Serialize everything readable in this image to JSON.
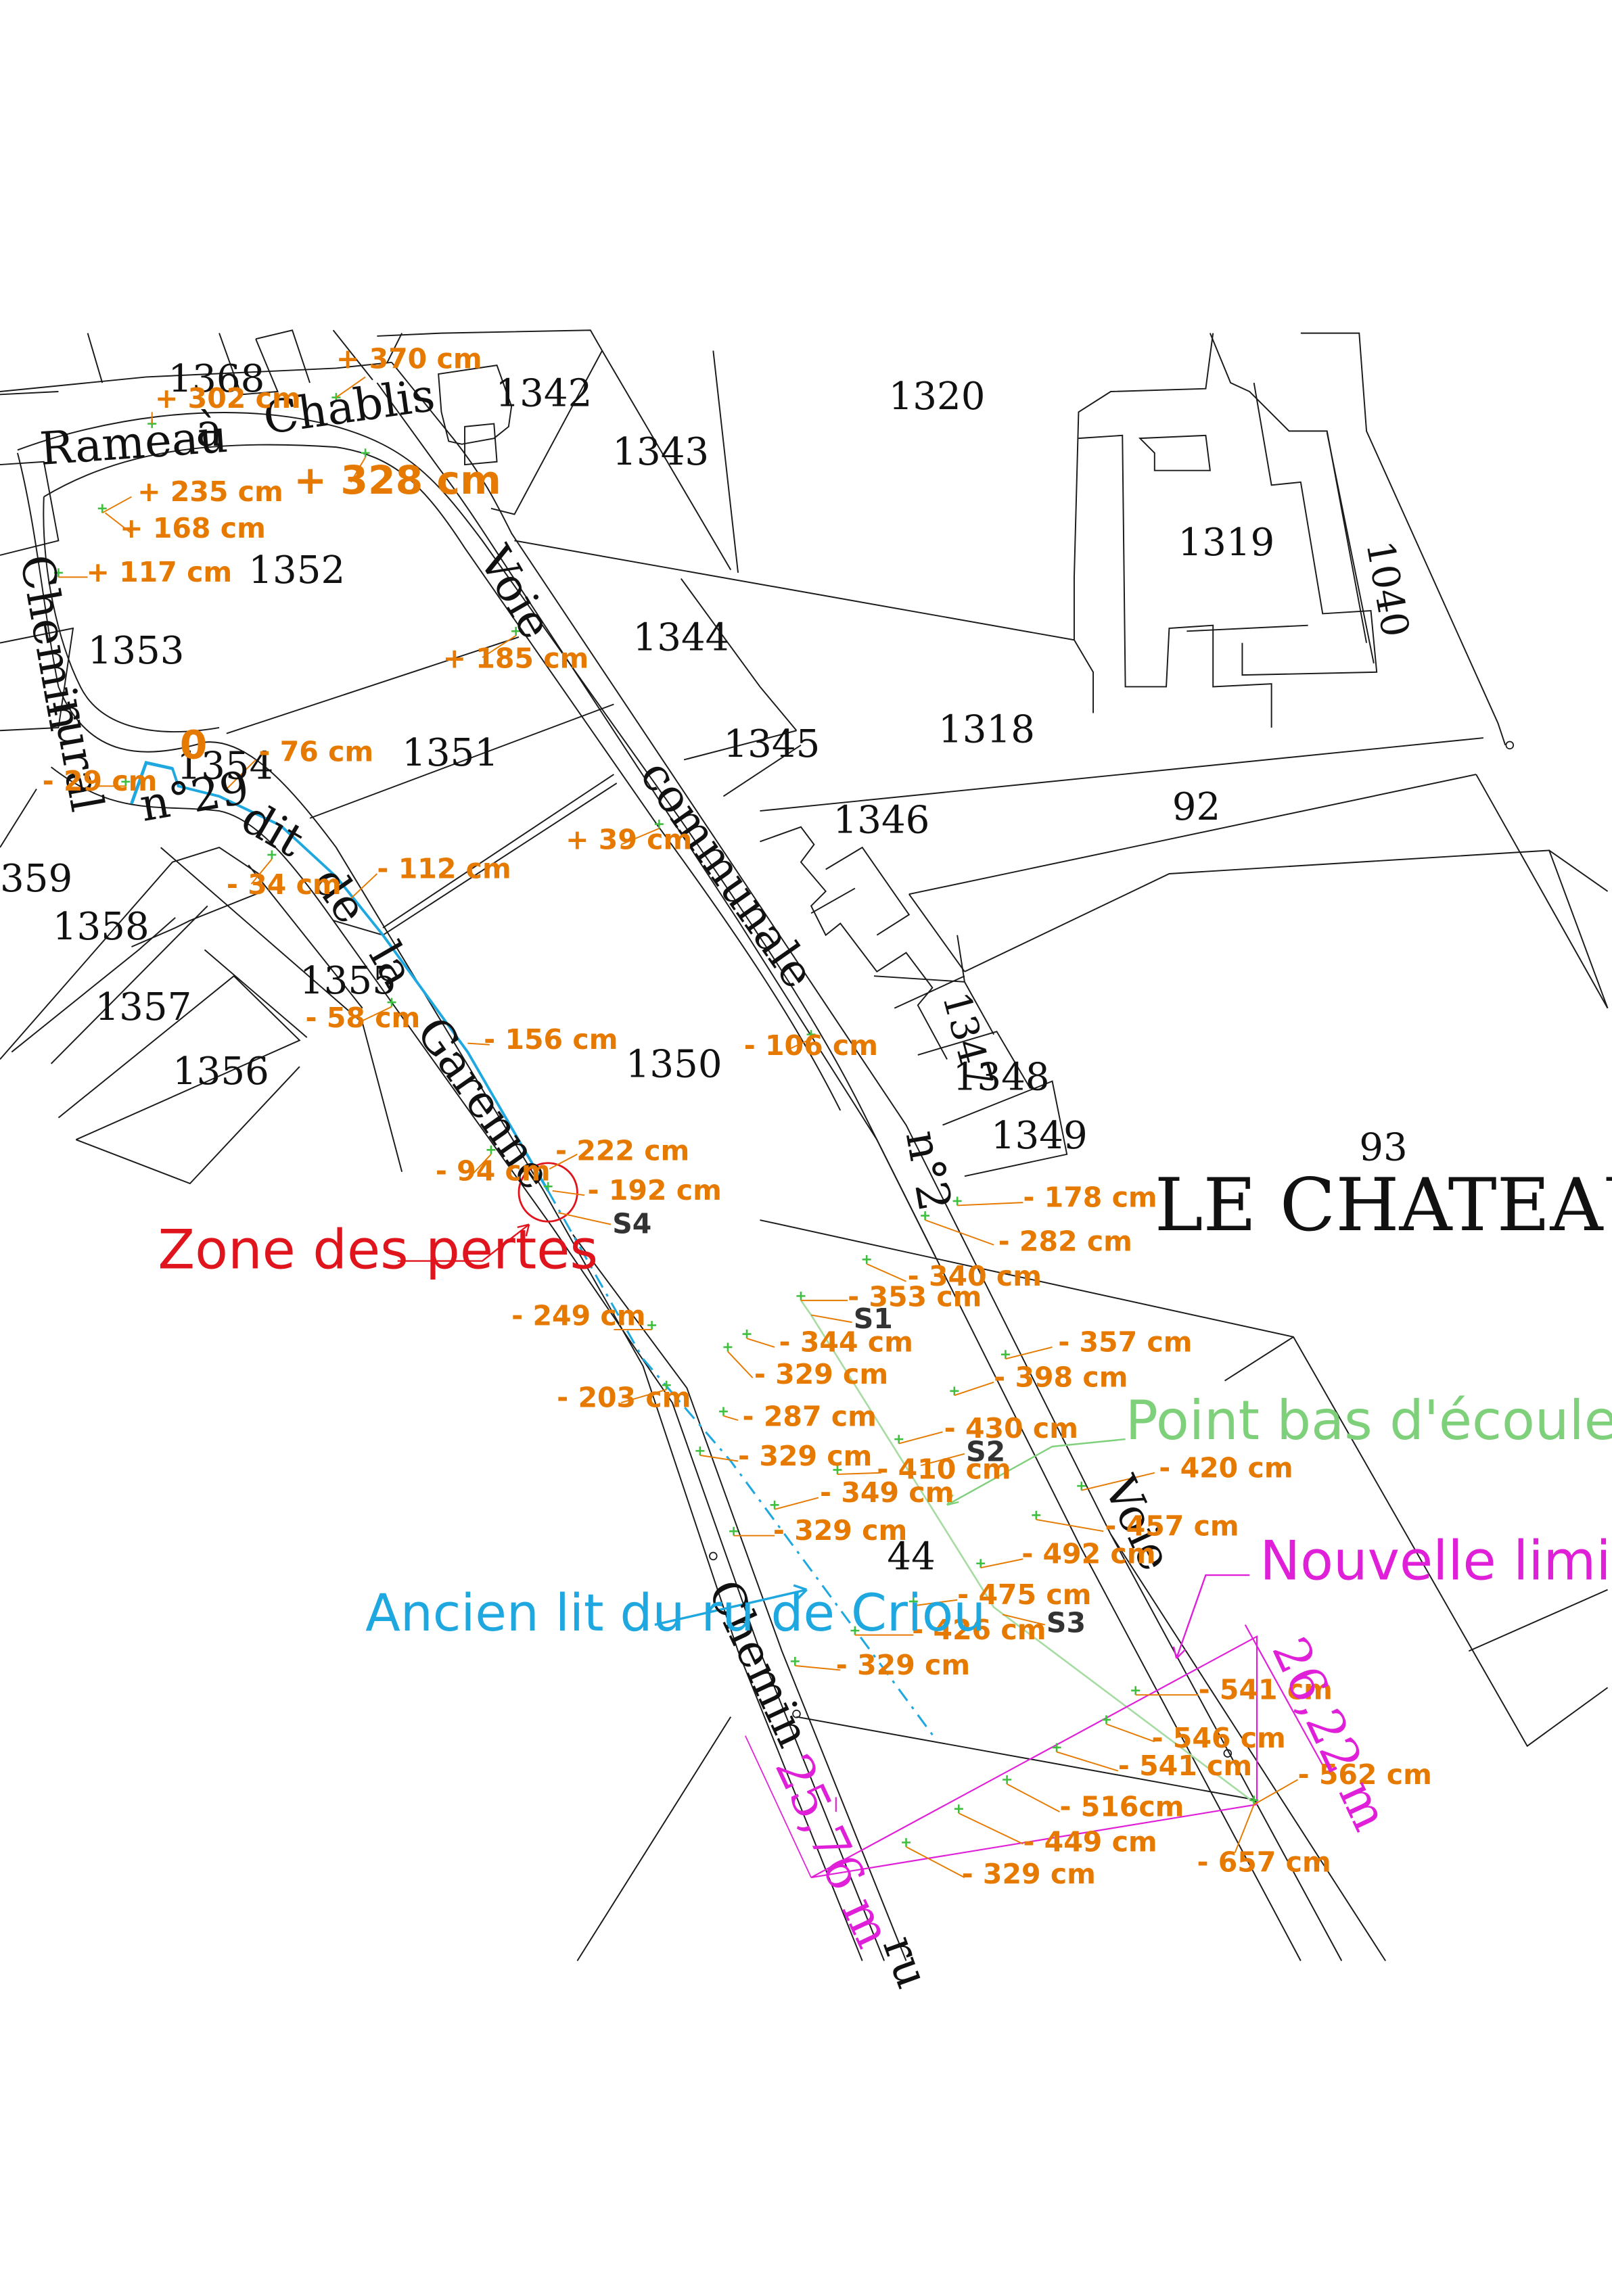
{
  "map": {
    "title": "LE CHATEAU",
    "colors": {
      "lines": "#1a1a1a",
      "measure_text": "#e67a00",
      "survey_point": "#3fbf3f",
      "old_stream": "#1fa8e0",
      "loss_zone": "#e0141c",
      "property_limit": "#e020d8",
      "flow_line": "#a6dca2"
    },
    "parcels": {
      "p1368": "1368",
      "p1342": "1342",
      "p1320": "1320",
      "p1343": "1343",
      "p1319": "1319",
      "p1040": "1040",
      "p1352": "1352",
      "p1344": "1344",
      "p1353": "1353",
      "p1318": "1318",
      "p1345": "1345",
      "p1351": "1351",
      "p1354": "1354",
      "p1346": "1346",
      "p92": "92",
      "p359": "359",
      "p1358": "1358",
      "p1347": "1347",
      "p1355": "1355",
      "p1357": "1357",
      "p1350": "1350",
      "p1348": "1348",
      "p1356": "1356",
      "p1349": "1349",
      "p93": "93",
      "p44": "44"
    },
    "road_labels": {
      "rameau": "Rameau",
      "a": "à",
      "chablis": "Chablis",
      "chemin1": "Chemin",
      "rural": "rural",
      "n29": "n°29",
      "dit": "dit",
      "de": "de",
      "la": "la",
      "garenne": "Garenne",
      "voie1": "Voie",
      "communale": "communale",
      "n2": "n°2",
      "voie2": "Voie",
      "chemin2": "Chemin",
      "ru": "ru"
    },
    "measurements": {
      "m370": "+ 370 cm",
      "m302": "+ 302 cm",
      "m328": "+ 328 cm",
      "m235": "+ 235 cm",
      "m168": "+ 168 cm",
      "m117": "+ 117 cm",
      "m185": "+ 185 cm",
      "m0": "0",
      "m76": "- 76 cm",
      "m29": "- 29 cm",
      "m39": "+ 39 cm",
      "m112": "- 112 cm",
      "m34": "- 34 cm",
      "m58": "- 58 cm",
      "m156": "- 156 cm",
      "m106": "- 106 cm",
      "m222": "- 222 cm",
      "m94": "- 94 cm",
      "m192": "- 192 cm",
      "m178": "- 178 cm",
      "m282": "- 282 cm",
      "m340": "- 340 cm",
      "m353": "- 353 cm",
      "m249": "- 249 cm",
      "m344": "- 344 cm",
      "m357": "- 357 cm",
      "m329a": "- 329 cm",
      "m398": "- 398 cm",
      "m203": "- 203 cm",
      "m287": "- 287 cm",
      "m430": "- 430 cm",
      "m329b": "- 329 cm",
      "m410": "- 410 cm",
      "m420": "- 420 cm",
      "m349": "- 349 cm",
      "m457": "- 457 cm",
      "m329c": "- 329 cm",
      "m492": "- 492 cm",
      "m475": "- 475 cm",
      "m426": "- 426 cm",
      "m329d": "- 329 cm",
      "m541a": "- 541 cm",
      "m546": "- 546 cm",
      "m541b": "- 541 cm",
      "m562": "- 562 cm",
      "m516": "- 516cm",
      "m449": "- 449 cm",
      "m657": "- 657 cm",
      "m329e": "- 329 cm"
    },
    "soundings": {
      "s1": "S1",
      "s2": "S2",
      "s3": "S3",
      "s4": "S4"
    },
    "annotations": {
      "zone_pertes": "Zone des pertes",
      "point_bas": "Point bas d'écoulement",
      "nouvelle_limite": "Nouvelle limite de propriété",
      "ancien_lit": "Ancien lit du ru de Criou"
    },
    "dimensions": {
      "d1": "26,22 m",
      "d2": "25,76 m"
    }
  }
}
